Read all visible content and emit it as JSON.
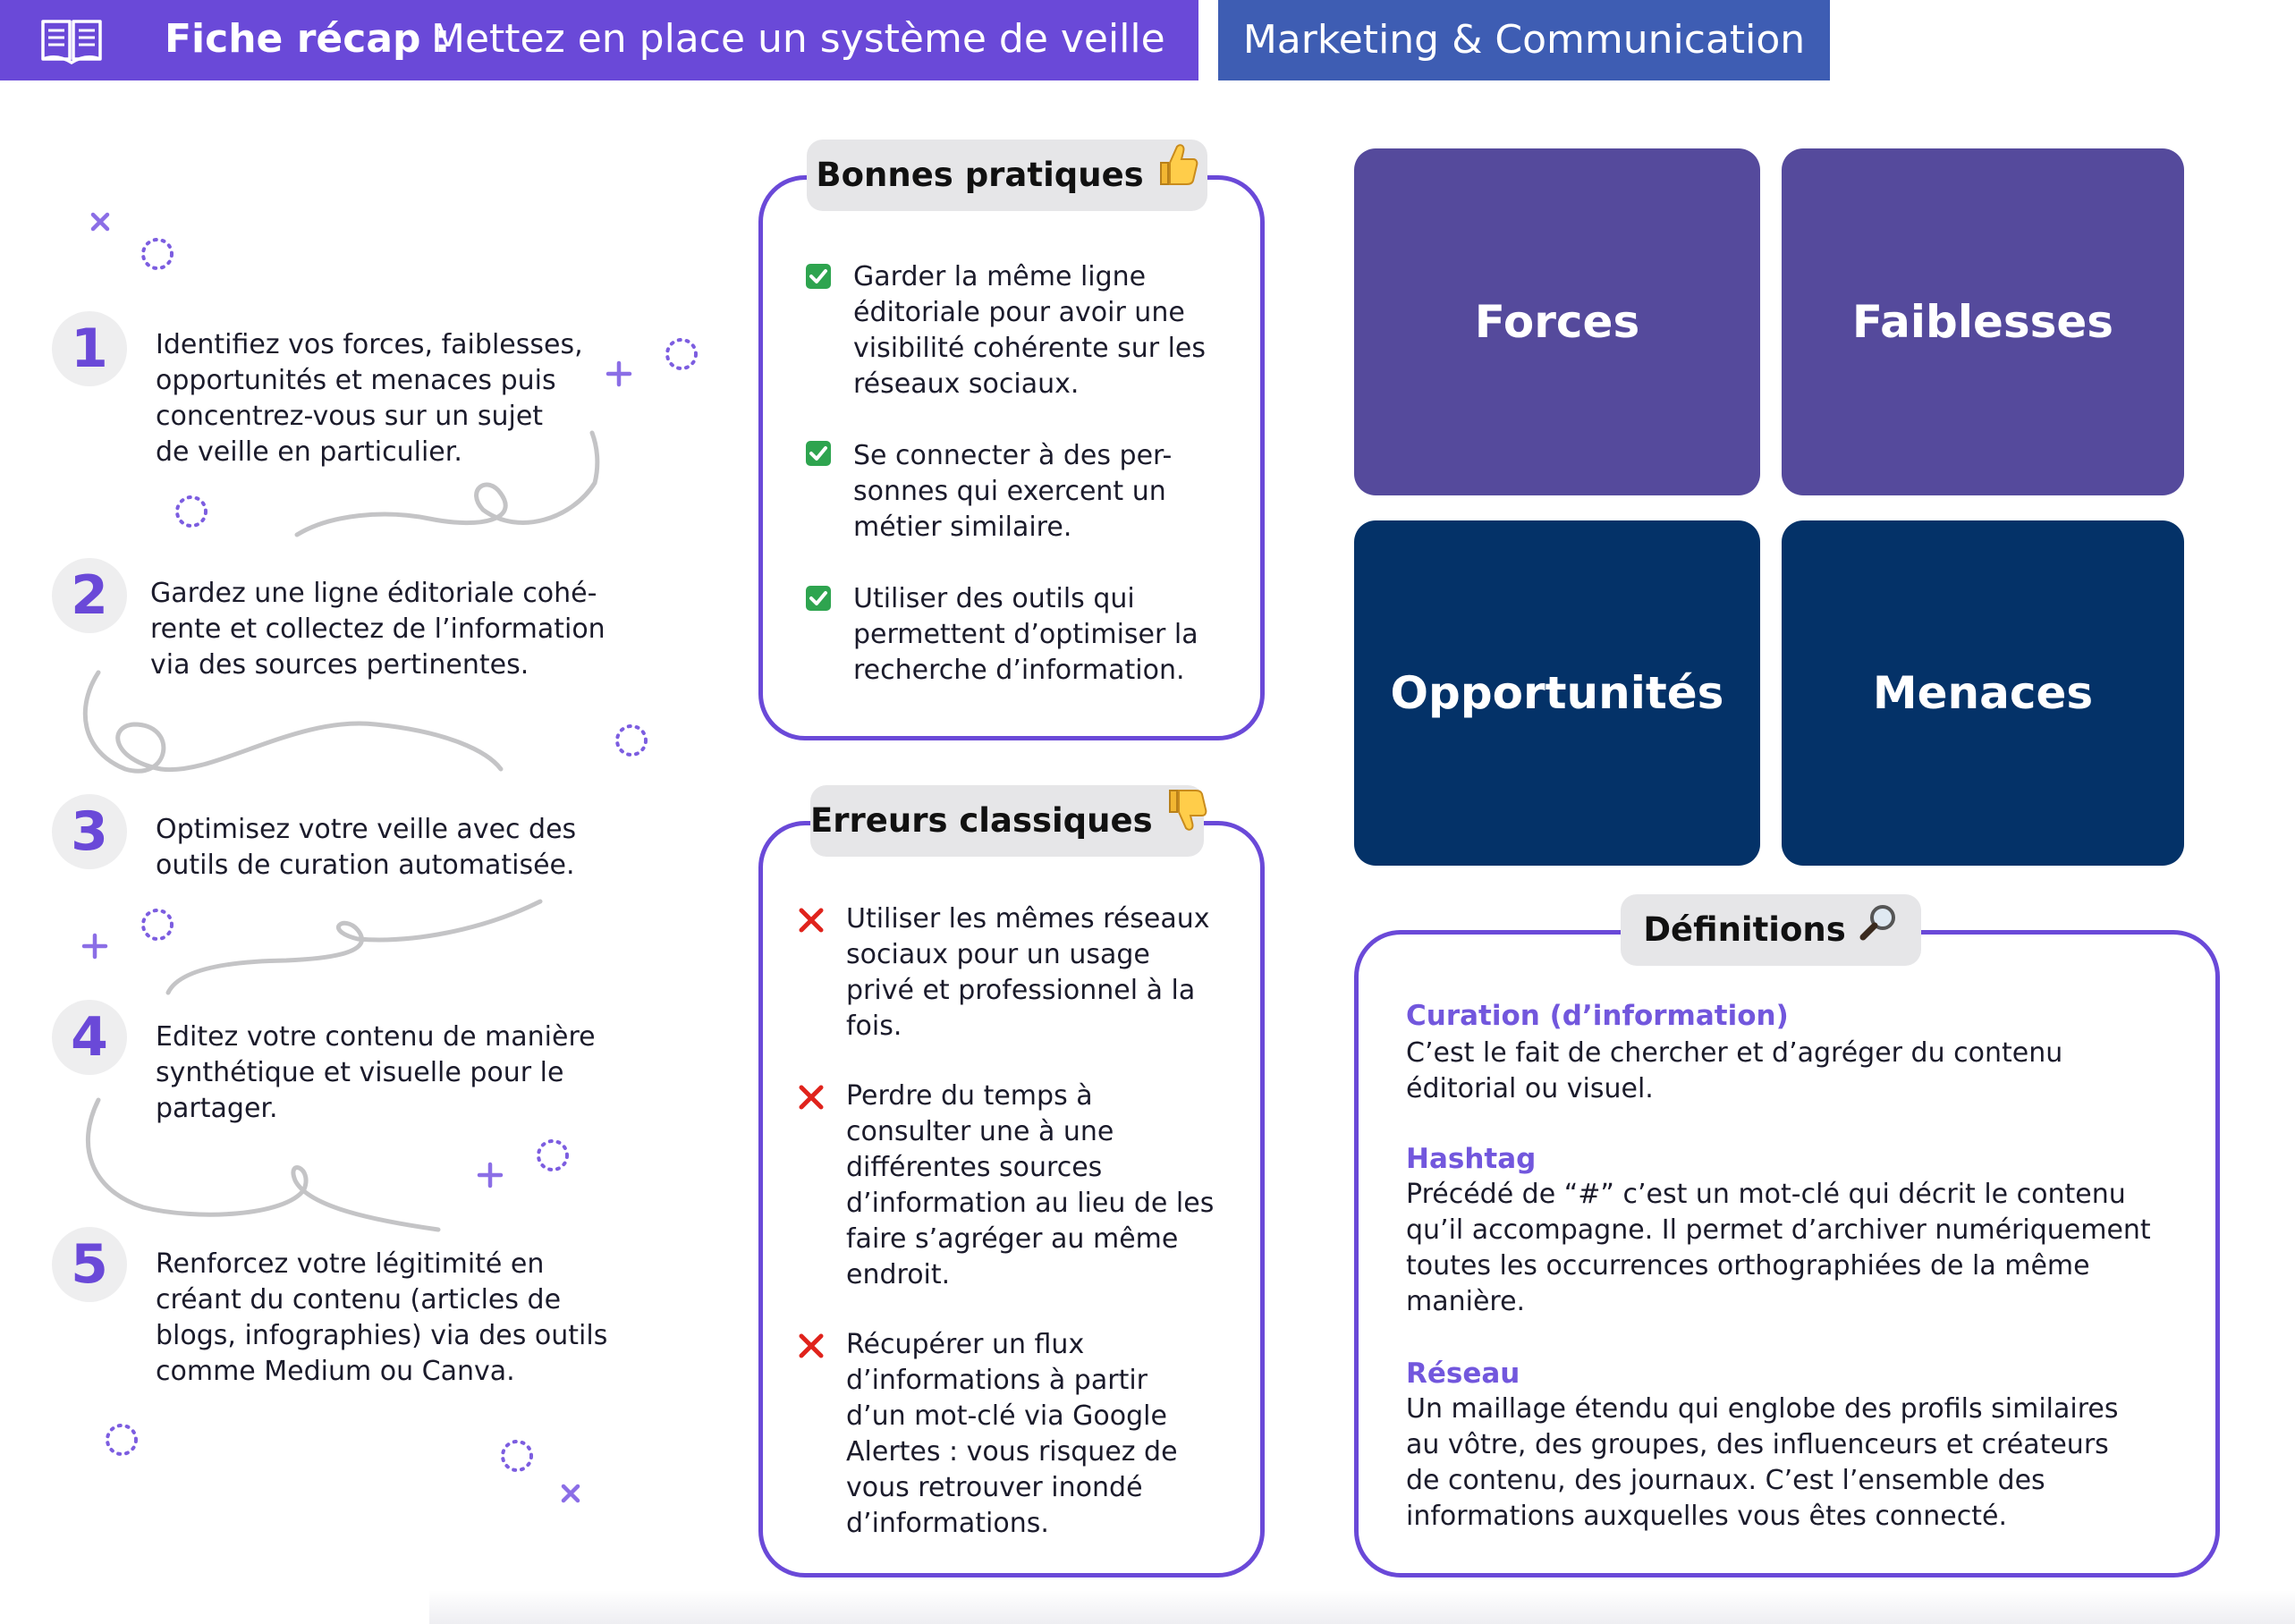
{
  "header": {
    "title_bold": "Fiche récap :",
    "title_rest": "Mettez en place un système de veille",
    "category": "Marketing & Communication"
  },
  "steps": [
    {
      "number": "1",
      "lines": [
        "Identifiez vos forces, faiblesses,",
        "opportunités et menaces puis",
        "concentrez-vous sur un sujet",
        "de veille en particulier."
      ]
    },
    {
      "number": "2",
      "lines": [
        "Gardez une ligne éditoriale cohé-",
        "rente et collectez de l’information",
        "via des sources pertinentes."
      ]
    },
    {
      "number": "3",
      "lines": [
        "Optimisez votre veille avec des",
        "outils de curation automatisée."
      ]
    },
    {
      "number": "4",
      "lines": [
        "Editez votre contenu de manière",
        "synthétique et visuelle pour le",
        "partager."
      ]
    },
    {
      "number": "5",
      "lines": [
        "Renforcez votre légitimité en",
        "créant du contenu (articles de",
        "blogs, infographies) via des outils",
        "comme Medium ou Canva."
      ]
    }
  ],
  "good_practices": {
    "title": "Bonnes pratiques",
    "icon": "thumbs-up-icon",
    "items": [
      {
        "lines": [
          "Garder la même ligne",
          "éditoriale pour avoir une",
          "visibilité cohérente sur les",
          "réseaux sociaux."
        ]
      },
      {
        "lines": [
          "Se connecter à des per-",
          "sonnes qui exercent un",
          "métier similaire."
        ]
      },
      {
        "lines": [
          "Utiliser des outils qui",
          "permettent d’optimiser la",
          "recherche d’information."
        ]
      }
    ]
  },
  "classic_errors": {
    "title": "Erreurs classiques",
    "icon": "thumbs-down-icon",
    "items": [
      {
        "lines": [
          "Utiliser les mêmes réseaux",
          "sociaux pour un usage",
          "privé et professionnel à la",
          "fois."
        ]
      },
      {
        "lines": [
          "Perdre du temps à",
          "consulter une à une",
          "différentes sources",
          "d’information au lieu de les",
          "faire s’agréger au même",
          "endroit."
        ]
      },
      {
        "lines": [
          "Récupérer un flux",
          "d’informations à partir",
          "d’un mot-clé via Google",
          "Alertes : vous risquez de",
          "vous retrouver inondé",
          "d’informations."
        ]
      }
    ]
  },
  "swot": {
    "forces": "Forces",
    "faiblesses": "Faiblesses",
    "opportunites": "Opportunités",
    "menaces": "Menaces"
  },
  "definitions": {
    "title": "Définitions",
    "icon": "magnifier-icon",
    "items": [
      {
        "term": "Curation (d’information)",
        "lines": [
          "C’est le fait de chercher et d’agréger du contenu",
          "éditorial ou visuel."
        ]
      },
      {
        "term": "Hashtag",
        "lines": [
          "Précédé de “#” c’est un mot-clé qui décrit le contenu",
          "qu’il accompagne. Il permet d’archiver numériquement",
          "toutes les occurrences orthographiées de la même",
          "manière."
        ]
      },
      {
        "term": "Réseau",
        "lines": [
          "Un maillage étendu qui englobe des profils similaires",
          "au vôtre, des groupes, des influenceurs et créateurs",
          "de contenu, des journaux. C’est l’ensemble des",
          "informations auxquelles vous êtes connecté."
        ]
      }
    ]
  },
  "colors": {
    "purple": "#6a49d8",
    "blue_header": "#3e5db3",
    "swot_top": "#554a9c",
    "swot_bottom": "#043268",
    "check_green": "#2ea44f",
    "cross_red": "#e0231c"
  }
}
